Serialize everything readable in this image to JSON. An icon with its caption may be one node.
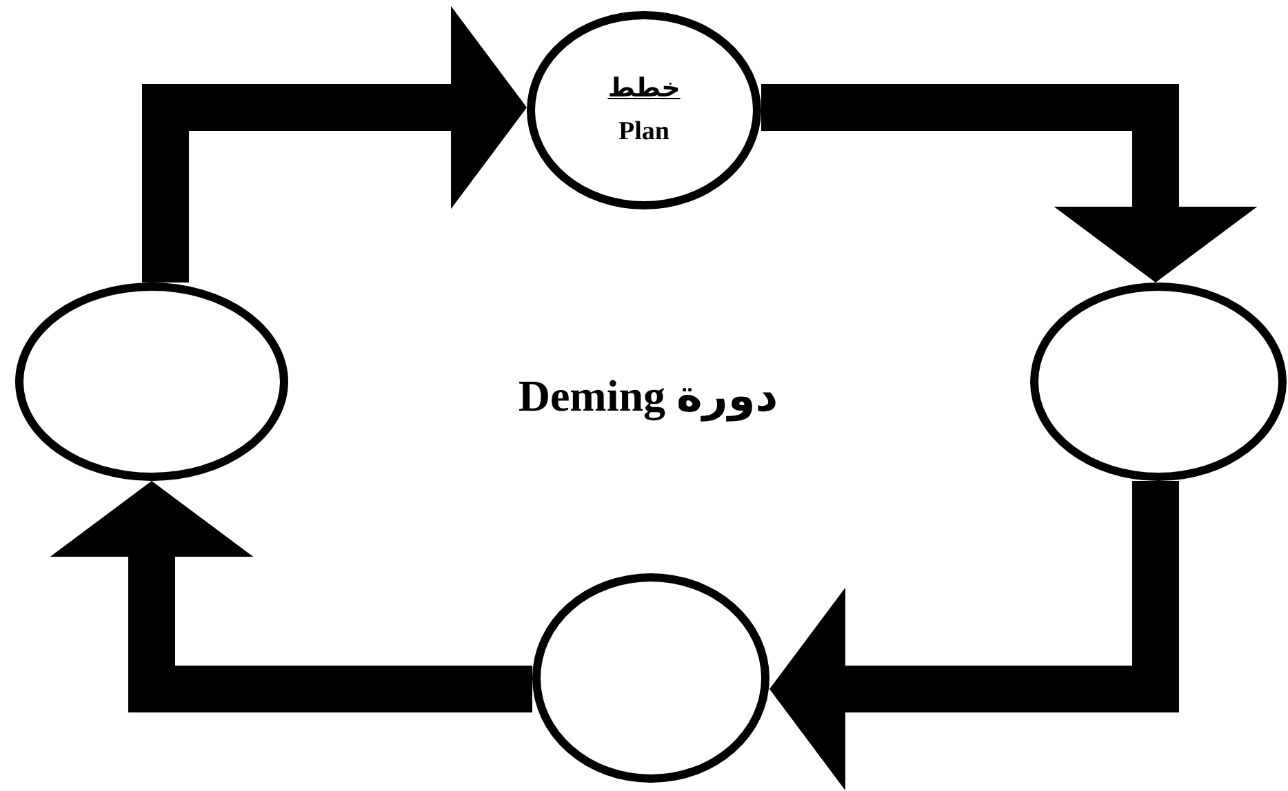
{
  "diagram": {
    "title": "دورة Deming",
    "nodes": [
      {
        "text": [
          "خطط",
          "Plan"
        ]
      },
      {
        "text": [],
        "shape": "ellipse"
      },
      {
        "text": [],
        "shape": "ellipse"
      },
      {
        "text": [],
        "shape": "ellipse"
      }
    ],
    "edges": [
      {
        "from": 1,
        "to": 0,
        "arrow": "to"
      },
      {
        "from": 0,
        "to": 2,
        "arrow": "to"
      },
      {
        "from": 2,
        "to": 3,
        "arrow": "to"
      },
      {
        "from": 3,
        "to": 1,
        "arrow": "to"
      }
    ]
  }
}
